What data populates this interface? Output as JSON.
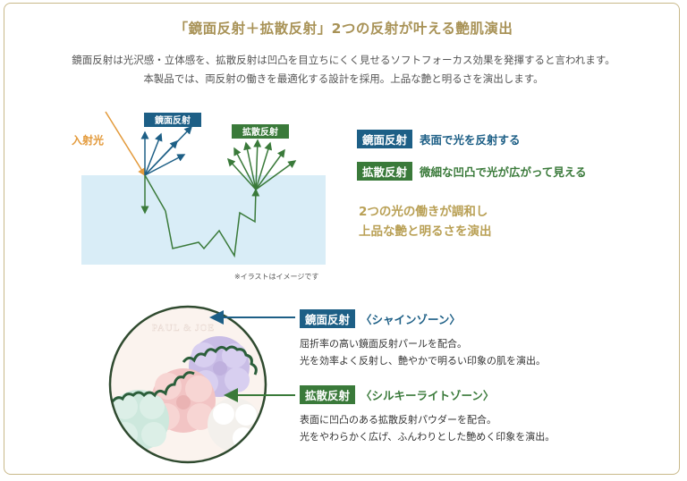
{
  "title": "「鏡面反射＋拡散反射」2つの反射が叶える艶肌演出",
  "description": {
    "line1": "鏡面反射は光沢感・立体感を、拡散反射は凹凸を目立ちにくく見せるソフトフォーカス効果を発揮すると言われます。",
    "line2": "本製品では、両反射の働きを最適化する設計を採用。上品な艶と明るさを演出します。"
  },
  "diagram": {
    "incident_label": "入射光",
    "specular_tag": "鏡面反射",
    "diffuse_tag": "拡散反射",
    "note": "※イラストはイメージです"
  },
  "legend": [
    {
      "tag": "鏡面反射",
      "text": "表面で光を反射する",
      "color": "#1d5f86"
    },
    {
      "tag": "拡散反射",
      "text": "微細な凹凸で光が広がって見える",
      "color": "#3a7a3a"
    }
  ],
  "harmony": {
    "line1": "2つの光の働きが調和し",
    "line2": "上品な艶と明るさを演出"
  },
  "product_logo": "PAUL & JOE",
  "zones": [
    {
      "tag": "鏡面反射",
      "sub": "〈シャインゾーン〉",
      "line1": "屈折率の高い鏡面反射パールを配合。",
      "line2": "光を効率よく反射し、艶やかで明るい印象の肌を演出。"
    },
    {
      "tag": "拡散反射",
      "sub": "〈シルキーライトゾーン〉",
      "line1": "表面に凹凸のある拡散反射パウダーを配合。",
      "line2": "光をやわらかく広げ、ふんわりとした艶めく印象を演出。"
    }
  ],
  "colors": {
    "gold": "#a89256",
    "blue": "#1d5f86",
    "green": "#3a7a3a",
    "orange": "#e39a3b",
    "surface": "#d9edf7"
  }
}
